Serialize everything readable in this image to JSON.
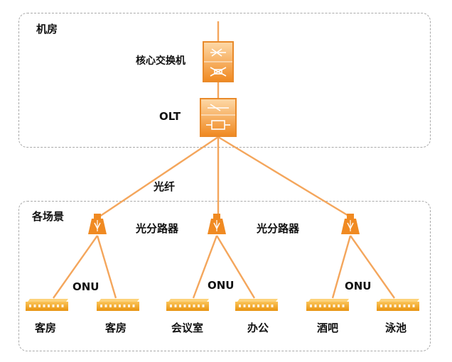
{
  "regions": {
    "room_title": "机房",
    "scene_title": "各场景"
  },
  "devices": {
    "core_switch": "核心交换机",
    "olt": "OLT"
  },
  "links": {
    "fiber": "光纤"
  },
  "splitters": [
    {
      "label": ""
    },
    {
      "label": "光分路器"
    },
    {
      "label": "光分路器"
    }
  ],
  "onu_labels": [
    "ONU",
    "ONU",
    "ONU"
  ],
  "endpoints": [
    "客房",
    "客房",
    "会议室",
    "办公",
    "酒吧",
    "泳池"
  ],
  "colors": {
    "link": "#f4a65c",
    "device_light": "#fcc98a",
    "device_dark": "#f08a22",
    "onu": "#f5a623",
    "region_border": "#a9a9a9"
  }
}
